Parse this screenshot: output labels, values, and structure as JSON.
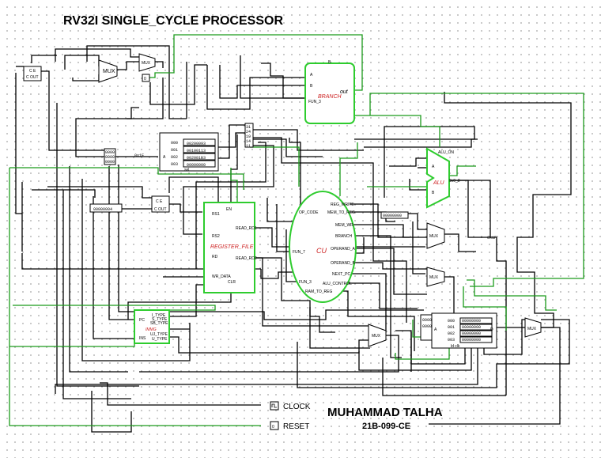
{
  "title": "RV32I SINGLE_CYCLE PROCESSOR",
  "author": "MUHAMMAD TALHA",
  "roll_no": "21B-099-CE",
  "pins": {
    "clock": "CLOCK",
    "reset": "RESET",
    "clock_icon": "square-wave-icon",
    "reset_icon": "d-flipflop-icon"
  },
  "blocks": {
    "branch": {
      "name": "BRANCH",
      "in_a": "A",
      "in_b": "B",
      "in_fun": "FUN_3",
      "out": "out"
    },
    "alu": {
      "name": "ALU",
      "in_a": "A",
      "in_b": "B",
      "ctrl": "ALU_ON",
      "out": "0x0_0"
    },
    "register_file": {
      "name": "REGISTER_FILE",
      "ports_left": [
        "RS1",
        "RS2",
        "RD",
        "WR_DATA"
      ],
      "ports_right": [
        "READ_RD1",
        "READ_RD2"
      ],
      "top": "EN",
      "bottom": "CLR"
    },
    "cu": {
      "name": "CU",
      "ports_left": [
        "OP_CODE",
        "FUN_7",
        "FUN_3"
      ],
      "ports_right": [
        "REG_WRITE",
        "MEM_TO_REG",
        "MEM_WR",
        "BRANCH",
        "OPERAND_A",
        "OPERAND_B",
        "NEXT_PC",
        "ALU_CONTROL",
        "RAM_TO_REG"
      ]
    },
    "immgen": {
      "name": "IMMG",
      "ports_left": [
        "PC",
        "INS"
      ],
      "ports_right": [
        "I_TYPE",
        "S_TYPE",
        "SB_TYPE",
        "UJ_TYPE",
        "U_TYPE"
      ]
    },
    "mux_label": "MUX",
    "reg_label": "C OUT",
    "rom_label": "sel",
    "ram_label": "ld clk"
  },
  "colors": {
    "wire": "#000000",
    "block_outline": "#2ecc2e",
    "block_label": "#cc1f1f",
    "green_wire": "#1a9a1a"
  }
}
